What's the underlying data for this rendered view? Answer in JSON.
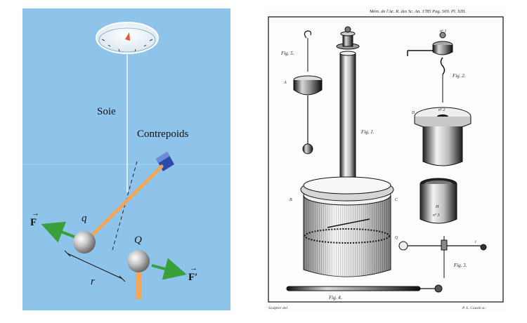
{
  "left_diagram": {
    "label_silk": "Soie",
    "label_counterweight": "Contrepoids",
    "label_force_left": "F",
    "label_force_right": "F′",
    "label_charge_small": "q",
    "label_charge_large": "Q",
    "label_distance": "r",
    "colors": {
      "background": "#8ec4ea",
      "force_arrow": "#3aa03a",
      "rod": "#f2a65a",
      "counterweight": "#3f5fc0",
      "needle": "#e05a2a"
    }
  },
  "right_engraving": {
    "header": "Mém. de l'Ac. R. des Sc. An. 1785 Pag. 569. Pl. XIII.",
    "fig_labels": [
      "Fig. 5.",
      "Fig. 1.",
      "Fig. 2.",
      "Fig. 3.",
      "Fig. 4."
    ],
    "letters": {
      "A": "A",
      "B": "B",
      "C": "C",
      "D": "D",
      "Q": "Q",
      "n1": "nº 1",
      "n2": "nº 2",
      "n3": "nº 3",
      "H": "H",
      "i": "i"
    },
    "footer_left": "Sculptor del.",
    "footer_right": "P. L. Cousin sc."
  }
}
